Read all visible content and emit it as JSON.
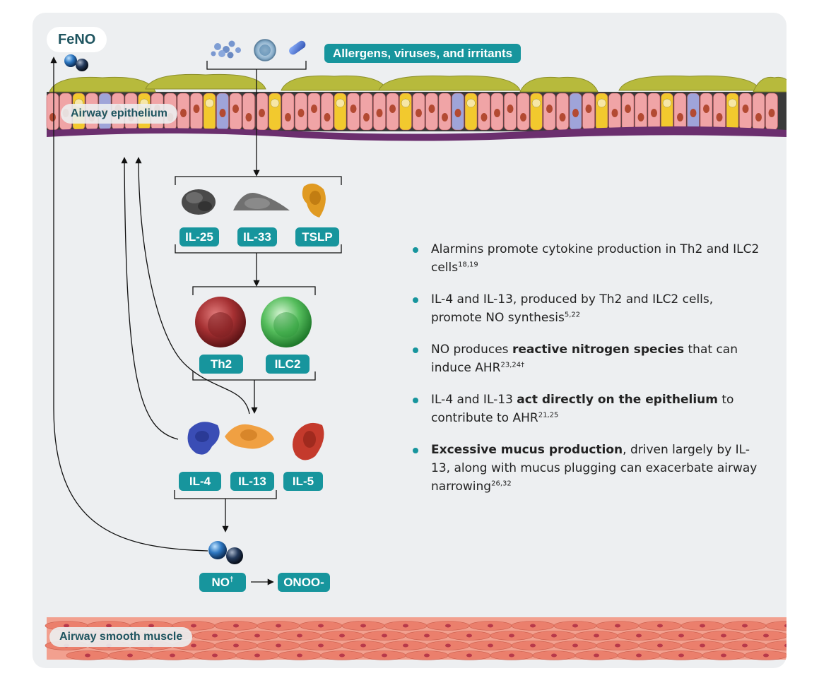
{
  "labels": {
    "feno": "FeNO",
    "triggers": "Allergens, viruses, and irritants",
    "airway_epithelium": "Airway epithelium",
    "airway_smooth_muscle": "Airway smooth muscle"
  },
  "alarmins": [
    "IL-25",
    "IL-33",
    "TSLP"
  ],
  "cells": [
    "Th2",
    "ILC2"
  ],
  "cytokines": [
    "IL-4",
    "IL-13",
    "IL-5"
  ],
  "no": {
    "label": "NO",
    "sup": "†"
  },
  "onoo": "ONOO-",
  "bullets": [
    {
      "parts": [
        {
          "t": "Alarmins promote cytokine production in Th2 and ILC2 cells"
        }
      ],
      "refs": "18,19"
    },
    {
      "parts": [
        {
          "t": "IL-4 and IL-13, produced by Th2 and ILC2 cells, promote NO synthesis"
        }
      ],
      "refs": "5,22"
    },
    {
      "parts": [
        {
          "t": "NO produces "
        },
        {
          "t": "reactive nitrogen species",
          "b": true
        },
        {
          "t": " that can induce AHR"
        }
      ],
      "refs": "23,24†"
    },
    {
      "parts": [
        {
          "t": "IL-4 and IL-13 "
        },
        {
          "t": "act directly on the epithelium",
          "b": true
        },
        {
          "t": " to contribute to AHR"
        }
      ],
      "refs": "21,25"
    },
    {
      "parts": [
        {
          "t": "Excessive mucus production",
          "b": true
        },
        {
          "t": ", driven largely by IL-13, along with mucus plugging can exacerbate airway narrowing"
        }
      ],
      "refs": "26,32"
    }
  ],
  "colors": {
    "teal": "#17959d",
    "panel": "#edeff1",
    "epithelium_cell": "#f0a4a6",
    "goblet_cell": "#f2c92e",
    "basement_membrane": "#6b2f6e",
    "mucus": "#b7ba3c",
    "smooth_muscle": "#eb7f6c",
    "th2_cell": "#a53032",
    "ilc2_cell": "#55bd5c",
    "il4": "#3a4db5",
    "il13": "#f0a042",
    "il5": "#c43a2c",
    "tslp": "#e09a22"
  }
}
